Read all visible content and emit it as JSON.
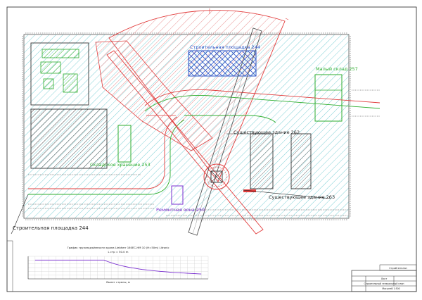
{
  "labels": {
    "site_244": "Строительная площадка 244",
    "site_244_top": "Строительная площадка 244",
    "yard_257": "Малый склад 257",
    "shop_253": "Складское хранение 253",
    "existing_262": "Существующее здание 262",
    "existing_263": "Существующее здание 263",
    "repair_250": "Ремонтная зона 250"
  },
  "chart": {
    "title": "График грузоподъёмности крана Liebherr 160EC-HM 10 (H=50m) Litronic",
    "subtitle": "L стр = 50.0 m",
    "xlabel": "Вылет стрелы, м"
  },
  "stamp": {
    "header": "Стройгенплан",
    "row2": "Лист",
    "row3": "Строительный генеральный план",
    "row4": "Масштаб 1:500"
  },
  "chart_data": {
    "type": "line",
    "x": [
      2,
      3,
      4,
      5,
      6,
      7,
      8,
      9,
      10,
      11,
      12,
      13,
      14,
      15,
      16,
      17,
      18,
      19,
      20,
      21,
      22,
      23,
      24,
      25,
      26,
      27,
      28,
      29,
      30,
      31,
      32,
      33,
      34,
      35,
      36,
      37,
      38,
      39,
      40,
      41,
      42,
      43,
      44,
      45,
      46,
      47,
      48,
      49,
      50
    ],
    "series": [
      {
        "values": [
          10,
          10,
          10,
          10,
          10,
          10,
          10,
          10,
          10,
          10,
          10,
          10,
          10,
          10,
          10,
          10,
          10,
          10,
          10,
          10,
          10,
          9.2,
          8.6,
          8.0,
          7.5,
          7.0,
          6.6,
          6.2,
          5.9,
          5.6,
          5.3,
          5.0,
          4.8,
          4.6,
          4.4,
          4.2,
          4.0,
          3.85,
          3.7,
          3.55,
          3.4,
          3.3,
          3.2,
          3.1,
          3.0,
          2.9,
          2.8,
          2.7,
          2.6
        ]
      }
    ],
    "ylim": [
      0,
      12
    ],
    "xlim": [
      0,
      52
    ]
  },
  "colors": {
    "site_hatch": "#7fd0d6",
    "crane_zone": "#e23c3c",
    "outline": "#3a3a3a",
    "green": "#2fae2f",
    "purple": "#7a2fd0",
    "blue": "#2f57c8",
    "chart_line": "#7a2fd0"
  }
}
